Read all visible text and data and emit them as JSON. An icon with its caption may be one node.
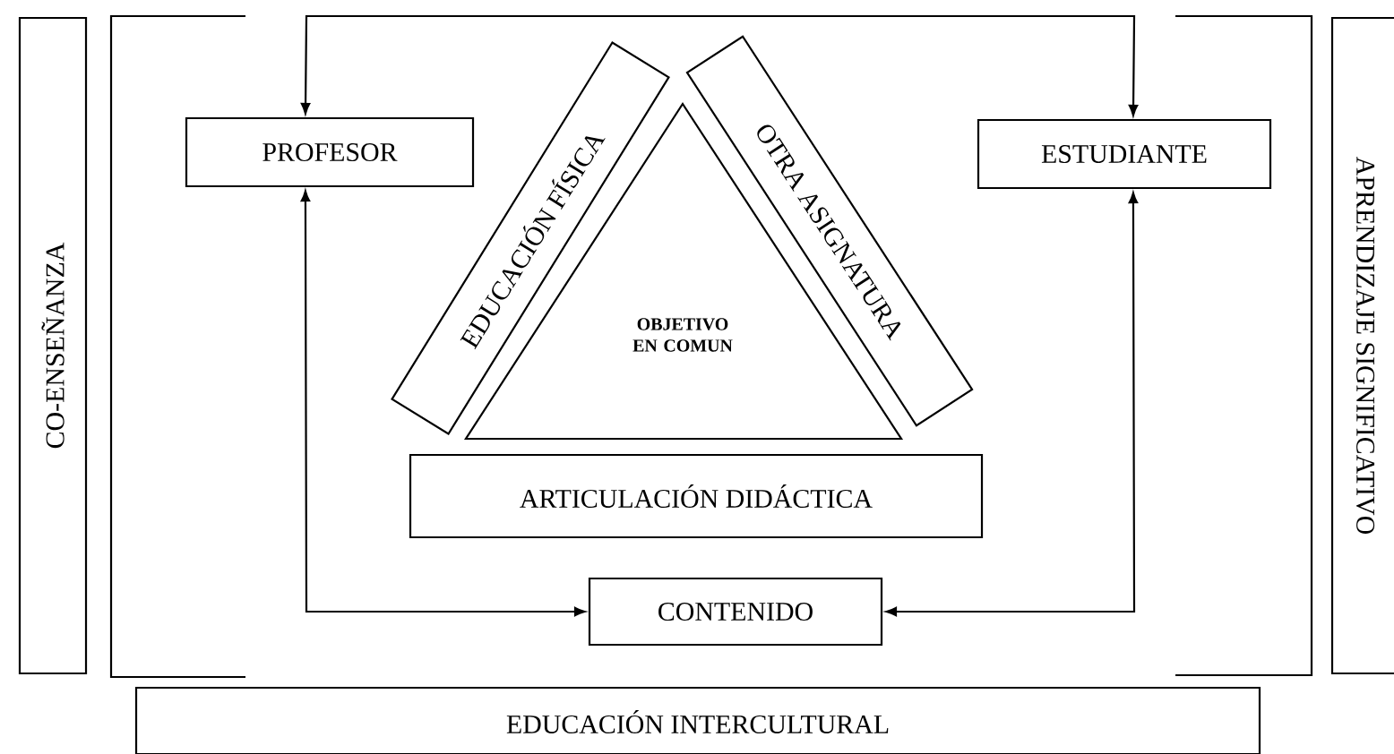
{
  "diagram": {
    "nodes": [
      {
        "text": [
          "CO-ENSEÑANZA"
        ]
      },
      {
        "text": [
          "PROFESOR"
        ]
      },
      {
        "text": [
          "EDUCACIÓN FÍSICA"
        ]
      },
      {
        "text": [
          "OTRA ASIGNATURA"
        ]
      },
      {
        "text": [
          "ESTUDIANTE"
        ]
      },
      {
        "text": [
          "APRENDIZAJE SIGNIFICATIVO"
        ]
      },
      {
        "text": [
          "OBJETIVO EN COMUN"
        ]
      },
      {
        "text": [
          "ARTICULACIÓN DIDÁCTICA"
        ]
      },
      {
        "text": [
          "CONTENIDO"
        ]
      },
      {
        "text": [
          "EDUCACIÓN INTERCULTURAL"
        ]
      }
    ],
    "edges": [
      {
        "from": 1,
        "to": 4,
        "arrow": "both"
      },
      {
        "from": 1,
        "to": 8,
        "arrow": "both"
      },
      {
        "from": 4,
        "to": 8,
        "arrow": "both"
      }
    ]
  }
}
